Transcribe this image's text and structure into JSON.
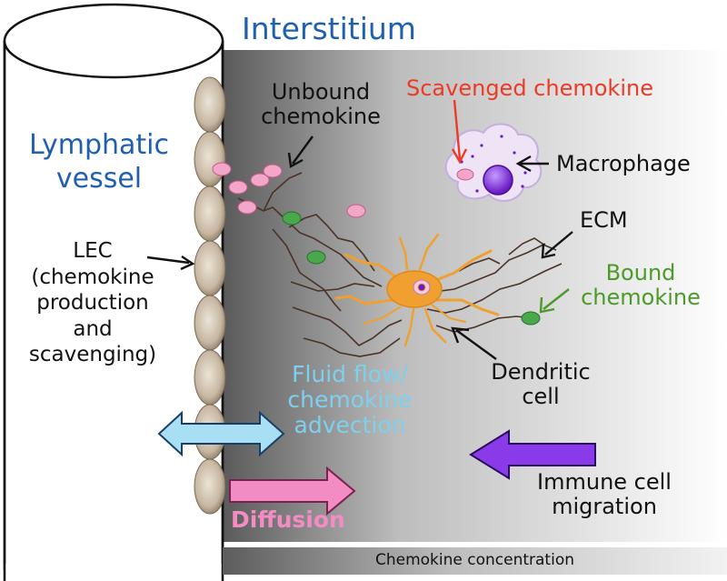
{
  "labels": {
    "interstitium": "Interstitium",
    "lymphatic_vessel": "Lymphatic\nvessel",
    "lec": "LEC\n(chemokine\nproduction\nand\nscavenging)",
    "unbound_chemokine": "Unbound\nchemokine",
    "scavenged_chemokine": "Scavenged chemokine",
    "macrophage": "Macrophage",
    "ecm": "ECM",
    "bound_chemokine": "Bound\nchemokine",
    "dendritic_cell": "Dendritic\ncell",
    "fluid_flow": "Fluid flow/\nchemokine\nadvection",
    "diffusion": "Diffusion",
    "immune_migration": "Immune cell\nmigration",
    "chemokine_concentration": "Chemokine concentration"
  },
  "colors": {
    "title_blue": "#1f5fb0",
    "scavenged_red": "#ee3a24",
    "bound_green": "#4c9a2a",
    "flow_cyan": "#7ed0ef",
    "diffusion_pink": "#f38cc2",
    "migration_purple": "#7b2fd6",
    "chemokine_pink": "#f2a6c8",
    "bound_chemokine_green": "#4aa84c",
    "dendritic_orange": "#f0a030",
    "macrophage_nucleus": "#8a2be2",
    "lec_cell": "#c7b7a2"
  }
}
